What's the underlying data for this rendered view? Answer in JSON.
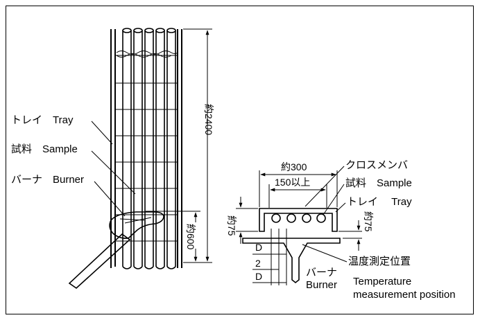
{
  "left_view": {
    "tray_label": "トレイ　Tray",
    "sample_label": "試料　Sample",
    "burner_label": "バーナ　Burner",
    "height_total": "約2400",
    "height_burner": "約600"
  },
  "right_view": {
    "width_total": "約300",
    "width_min": "150以上",
    "crossmember_label": "クロスメンバ",
    "sample_label": "試料　Sample",
    "tray_label": "トレイ　 Tray",
    "height_left": "約75",
    "height_right": "約75",
    "dim_d_top": "D",
    "dim_2": "2",
    "dim_d_bottom": "D",
    "temp_label_jp": "温度測定位置",
    "burner_jp": "バーナ",
    "burner_en": "Burner",
    "temp_label_en_1": "Temperature",
    "temp_label_en_2": "measurement position"
  }
}
